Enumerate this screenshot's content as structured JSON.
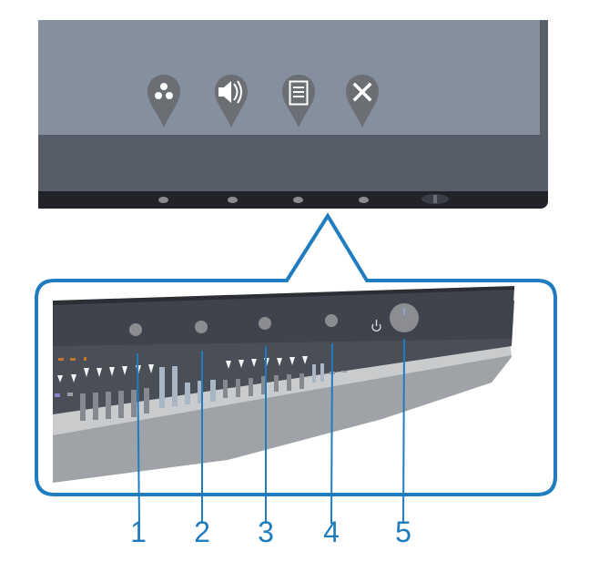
{
  "monitor_view": {
    "osd_launcher_icons": [
      {
        "name": "preset-modes",
        "icon": "preset-modes-icon",
        "glyph": "three-dots"
      },
      {
        "name": "volume",
        "icon": "volume-icon",
        "glyph": "speaker"
      },
      {
        "name": "menu",
        "icon": "menu-icon",
        "glyph": "list"
      },
      {
        "name": "exit",
        "icon": "close-icon",
        "glyph": "x"
      }
    ],
    "hardware_buttons": 4,
    "joystick": true
  },
  "detail_view": {
    "callouts": [
      {
        "number": "1",
        "target": "button-1"
      },
      {
        "number": "2",
        "target": "button-2"
      },
      {
        "number": "3",
        "target": "button-3"
      },
      {
        "number": "4",
        "target": "button-4"
      },
      {
        "number": "5",
        "target": "power-button"
      }
    ],
    "power_symbol": "⏻"
  },
  "colors": {
    "accent_blue": "#1f7cbf",
    "screen": "#858f9e",
    "bezel": "#565d68",
    "bezel_bottom": "#212328",
    "icon_pin": "#6b6e72"
  }
}
